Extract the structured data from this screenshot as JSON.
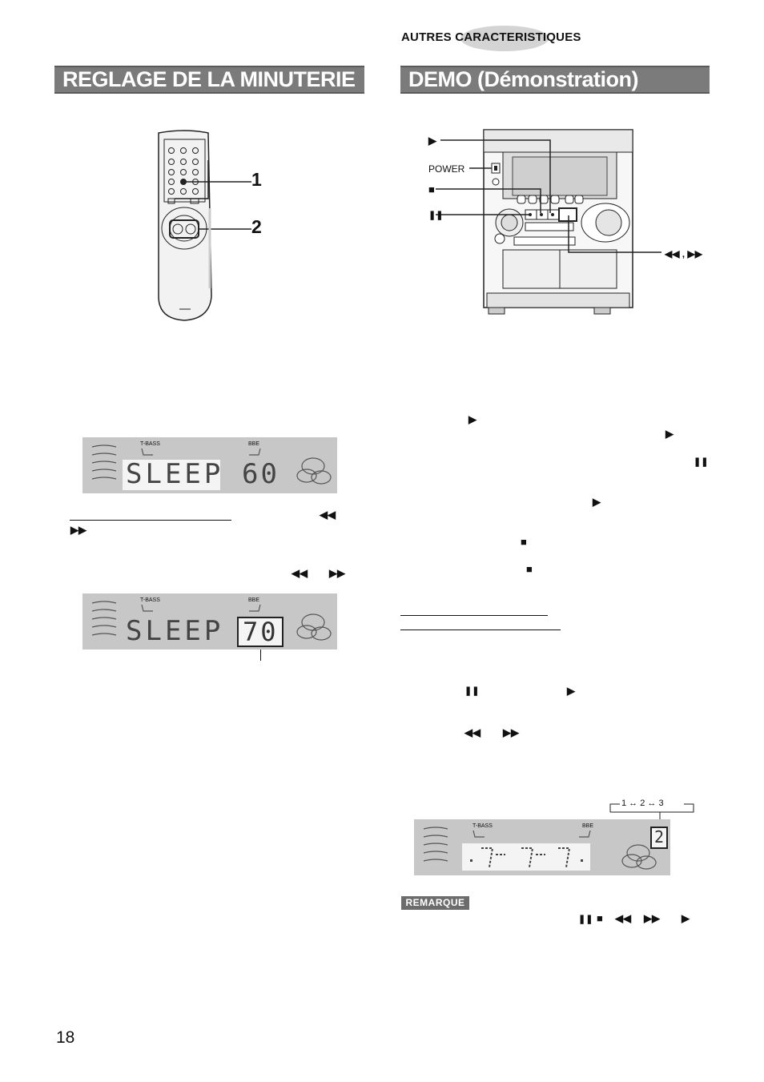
{
  "header": {
    "section": "AUTRES CARACTERISTIQUES"
  },
  "left": {
    "title": "REGLAGE DE LA MINUTERIE D’ARRET",
    "callouts": [
      "1",
      "2"
    ],
    "display1": {
      "tbass": "T-BASS",
      "bbe": "BBE",
      "text": "SLEEP",
      "value": "60"
    },
    "display2": {
      "tbass": "T-BASS",
      "bbe": "BBE",
      "text": "SLEEP",
      "value": "70"
    },
    "symbols": [
      "◀◀",
      "▶▶",
      "◀◀",
      "▶▶"
    ]
  },
  "right": {
    "title": "DEMO (Démonstration)",
    "stereo_labels": {
      "play": "▶",
      "power": "POWER",
      "stop": "■",
      "pause": "❚❚",
      "skip": "◀◀ , ▶▶"
    },
    "body_symbols": [
      "▶",
      "▶",
      "❚❚",
      "▶",
      "■",
      "■",
      "❚❚",
      "▶",
      "◀◀",
      "▶▶"
    ],
    "display3": {
      "tbass": "T-BASS",
      "bbe": "BBE",
      "sequence": "1 ↔ 2 ↔ 3",
      "digit": "2"
    },
    "remark": {
      "badge": "REMARQUE",
      "symbols": [
        "❚❚",
        "■",
        "◀◀",
        "▶▶",
        "▶"
      ]
    }
  },
  "page_number": "18"
}
